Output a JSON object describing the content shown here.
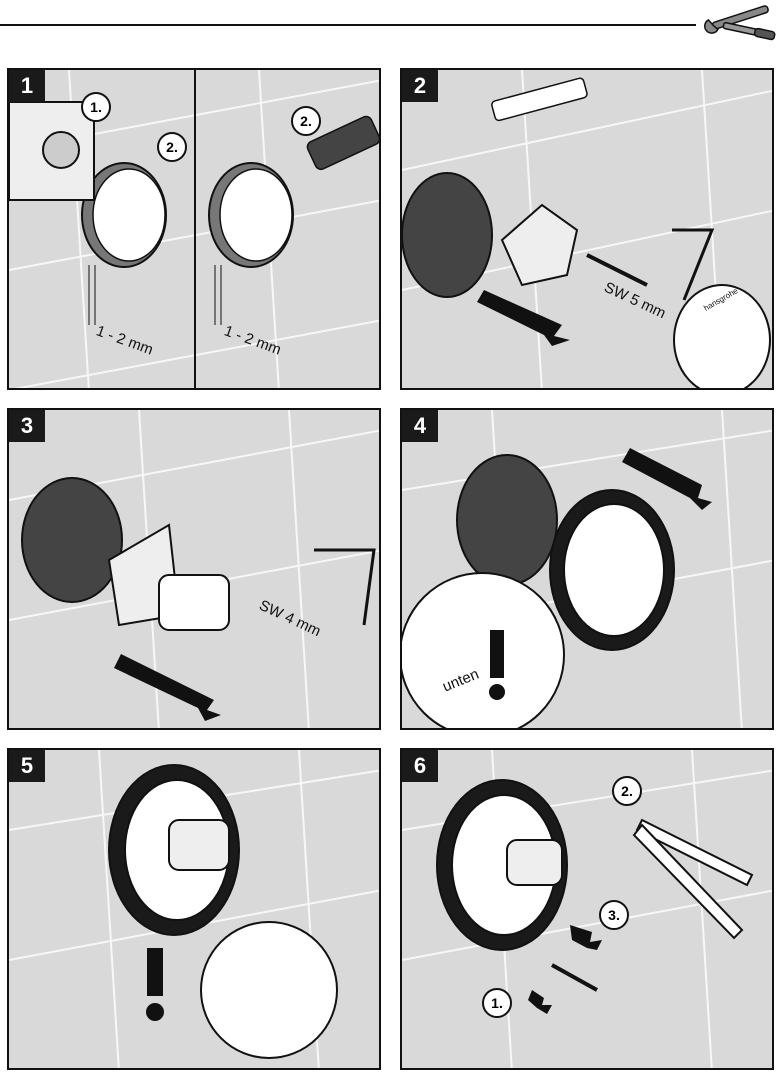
{
  "panels": [
    {
      "number": "1",
      "labels": {
        "step1": "1.",
        "step2": "2.",
        "dim_left": "1 - 2 mm",
        "dim_right": "1 - 2 mm",
        "step2b": "2."
      }
    },
    {
      "number": "2",
      "labels": {
        "wrench": "SW 5 mm",
        "brand": "hansgrohe"
      }
    },
    {
      "number": "3",
      "labels": {
        "wrench": "SW 4 mm"
      }
    },
    {
      "number": "4",
      "labels": {
        "detail": "unten"
      }
    },
    {
      "number": "5",
      "labels": {}
    },
    {
      "number": "6",
      "labels": {
        "step1": "1.",
        "step2": "2.",
        "step3": "3."
      }
    }
  ],
  "icons": {
    "header": "wrench-screwdriver-icon"
  }
}
